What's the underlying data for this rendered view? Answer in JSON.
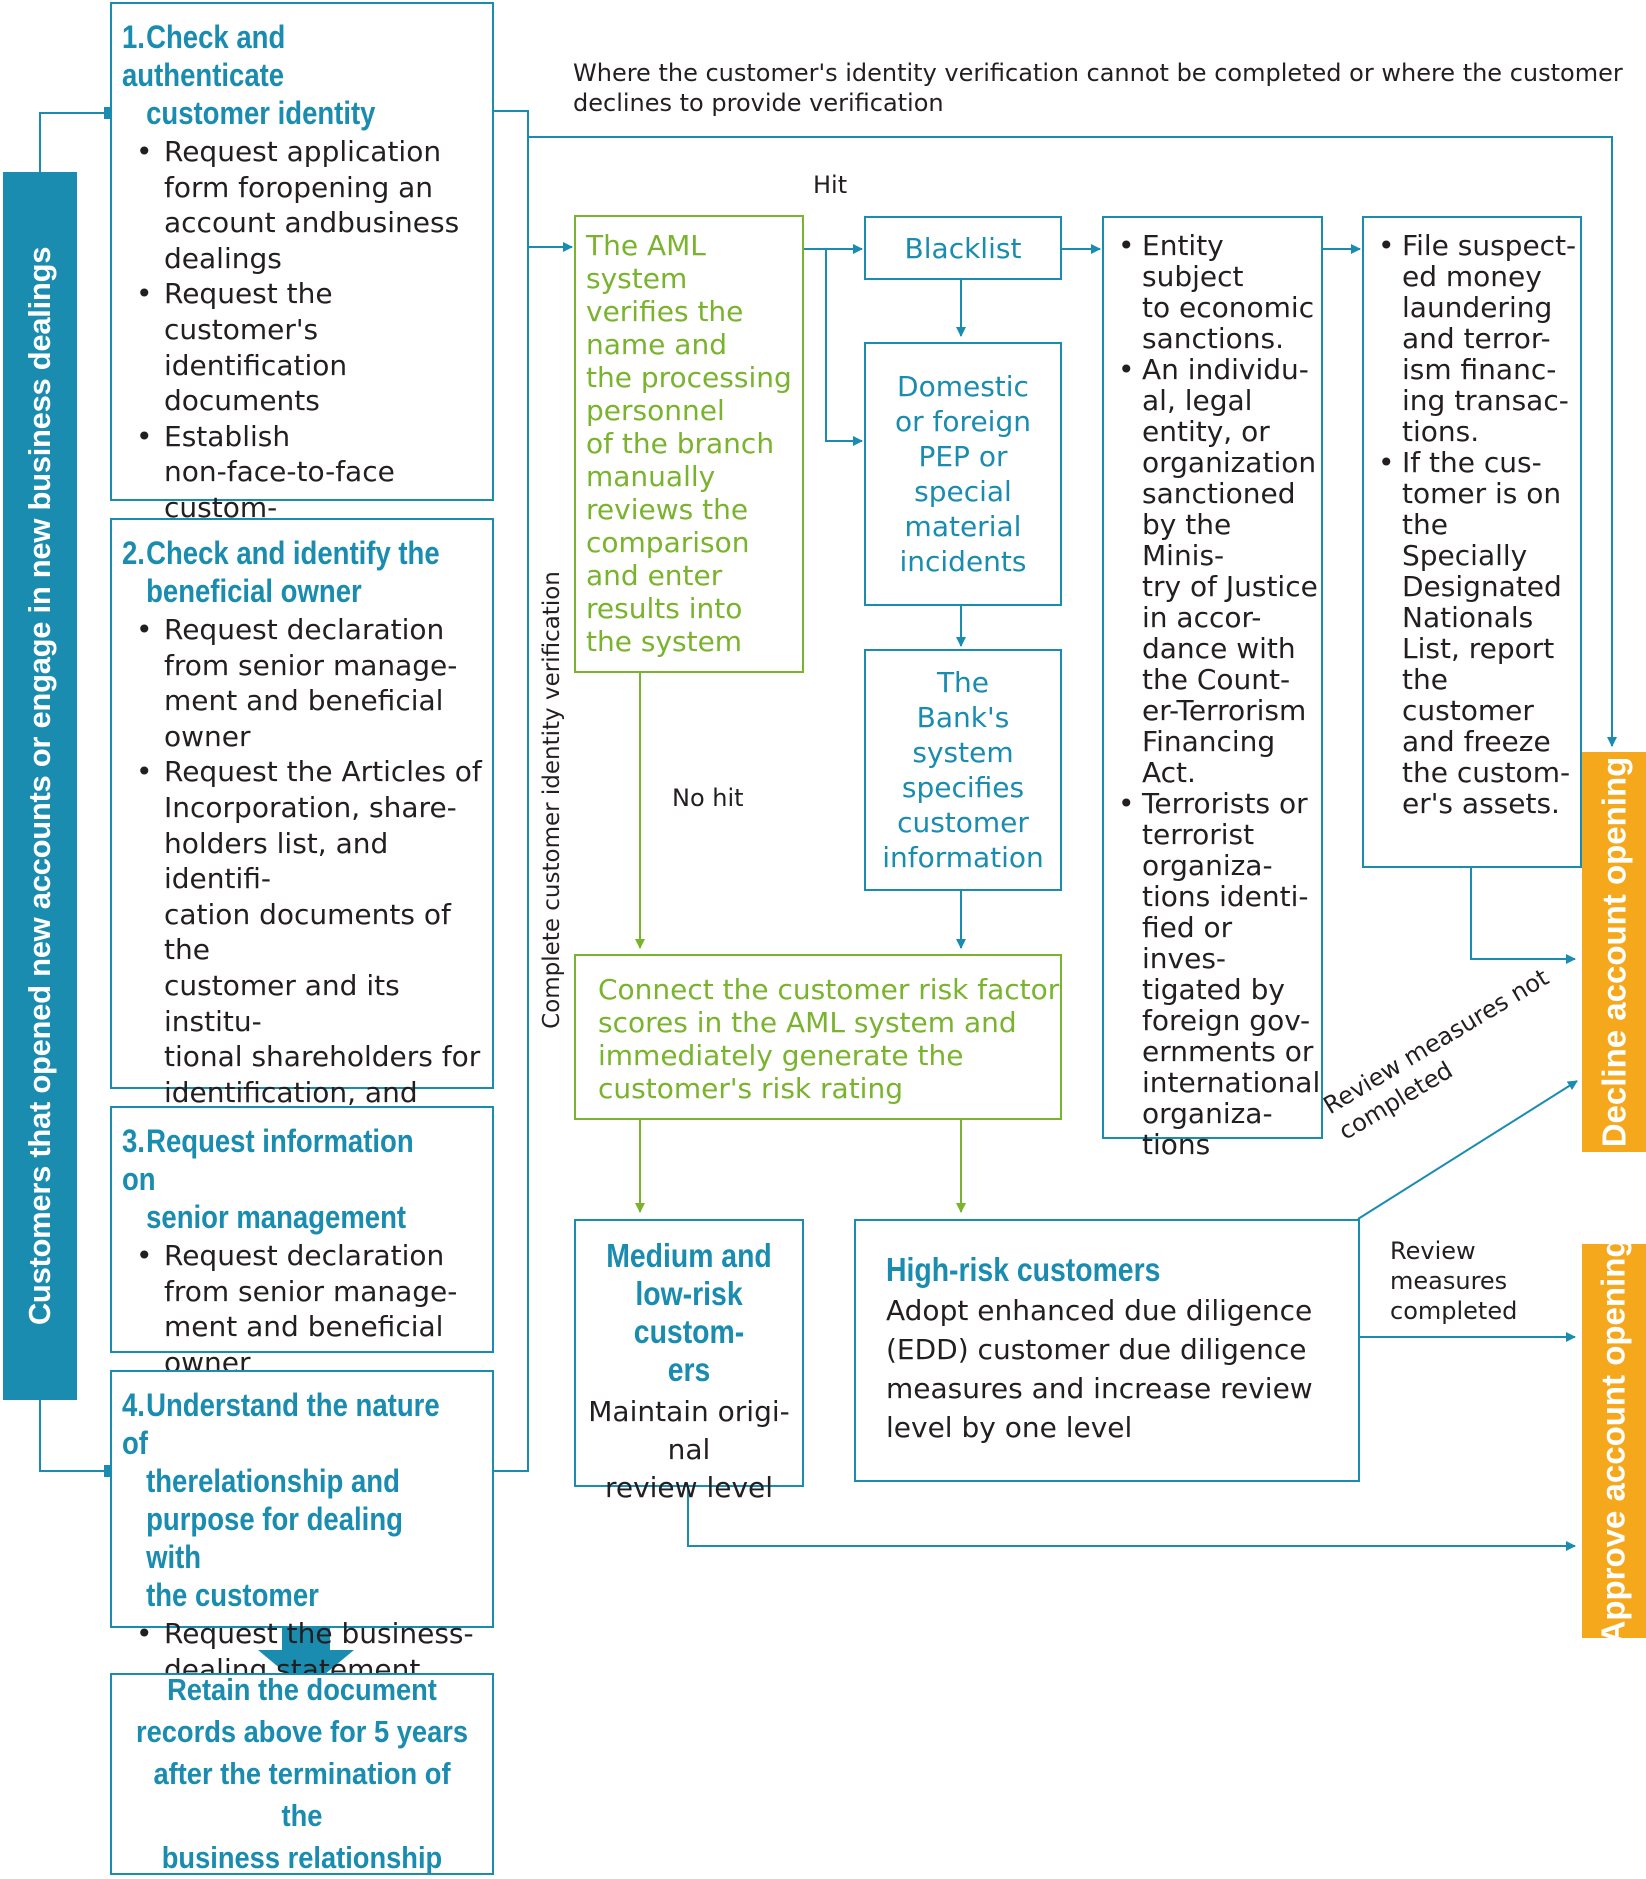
{
  "colors": {
    "blue": "#1a8cb0",
    "green": "#7ab32e",
    "orange": "#f6a81c"
  },
  "side_label": "Customers that opened new accounts or engage in new business dealings",
  "steps": [
    {
      "num": "1.",
      "title_lines": [
        "Check and authenticate",
        "customer identity"
      ],
      "bullets": [
        "Request application\nform foropening an\naccount andbusiness\ndealings",
        "Request the customer's\nidentification documents",
        "Establish\nnon-face-to-face custom-\ner due diligence meth-\nods for electronic pay-\nment"
      ]
    },
    {
      "num": "2.",
      "title_lines": [
        "Check and identify the",
        "beneficial owner"
      ],
      "bullets": [
        "Request declaration\nfrom senior manage-\nment and beneficial\nowner",
        "Request the Articles of\nIncorporation, share-\nholders list, and identifi-\ncation documents of the\ncustomer and its institu-\ntional shareholders for\nidentification, and\nexamine if bearer\nshares were issued"
      ]
    },
    {
      "num": "3.",
      "title_lines": [
        "Request information on",
        "senior management"
      ],
      "bullets": [
        "Request declaration\nfrom senior manage-\nment and beneficial\nowner"
      ]
    },
    {
      "num": "4.",
      "title_lines": [
        "Understand the nature of",
        "therelationship and",
        "purpose for dealing with",
        "the customer"
      ],
      "bullets": [
        "Request the business-\ndealing statement"
      ]
    }
  ],
  "retain": "Retain the document\nrecords above for 5 years\nafter the termination of the\nbusiness relationship",
  "top_note": "Where the customer's identity verification cannot be completed or where the customer\ndeclines to provide verification",
  "complete_label": "Complete customer identity verification",
  "aml_box": "The AML\nsystem\nverifies the\nname and\nthe processing\npersonnel\nof the branch\nmanually\nreviews the\ncomparison\nand enter\nresults into\nthe system",
  "hit_label": "Hit",
  "no_hit_label": "No hit",
  "blacklist": "Blacklist",
  "pep": "Domestic\nor foreign\nPEP or\nspecial\nmaterial\nincidents",
  "bank_system": "The\nBank's\nsystem\nspecifies\ncustomer\ninformation",
  "entity_bullets": [
    "Entity subject\nto economic\nsanctions.",
    "An individu-\nal, legal\nentity, or\norganization\nsanctioned\nby the Minis-\ntry of Justice\nin accor-\ndance with\nthe Count-\ner-Terrorism\nFinancing\nAct.",
    "Terrorists or\nterrorist\norganiza-\ntions identi-\nfied or inves-\ntigated by\nforeign gov-\nernments or\ninternational\norganiza-\ntions"
  ],
  "file_bullets": [
    "File suspect-\ned money\nlaundering\nand terror-\nism financ-\ning transac-\ntions.",
    "If the cus-\ntomer is on\nthe Specially\nDesignated\nNationals\nList, report\nthe customer\nand freeze\nthe custom-\ner's assets."
  ],
  "connect_box": "Connect the customer risk factor\nscores in the AML system and\nimmediately generate the\ncustomer's risk rating",
  "medium": {
    "title": "Medium and\nlow-risk custom-\ners",
    "body": "Maintain origi-\nnal\nreview level"
  },
  "high": {
    "title": "High-risk customers",
    "body": "Adopt enhanced due diligence\n(EDD) customer due diligence\nmeasures and increase review\nlevel by one level"
  },
  "review_not_completed": "Review measures not\ncompleted",
  "review_completed": "Review\nmeasures\ncompleted",
  "decline": "Decline account opening",
  "approve": "Approve account opening"
}
